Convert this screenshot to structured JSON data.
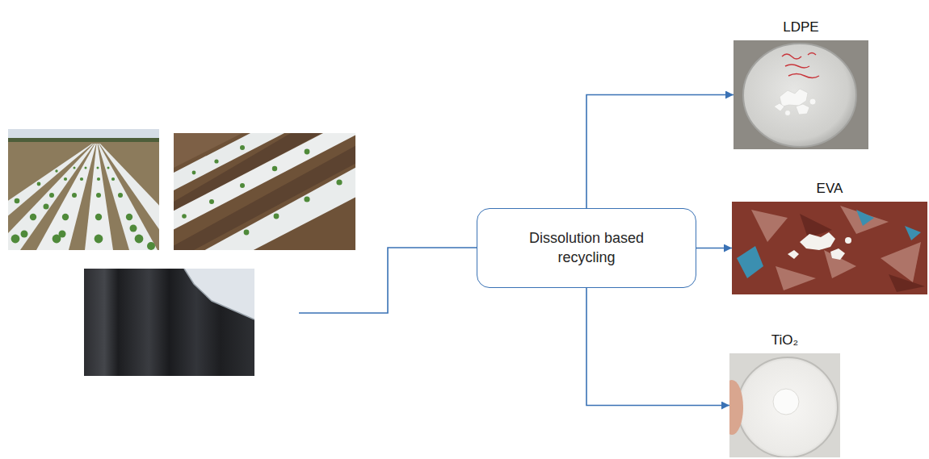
{
  "diagram": {
    "nodes": [
      {
        "text": [
          "Dissolution based recycling"
        ]
      },
      {
        "text": [
          "LDPE"
        ]
      },
      {
        "text": [
          "EVA"
        ]
      },
      {
        "text": [
          "TiO₂"
        ]
      }
    ],
    "edges": [
      {
        "from": 0,
        "to": 1,
        "arrow": "to"
      },
      {
        "from": 0,
        "to": 2,
        "arrow": "to"
      },
      {
        "from": 0,
        "to": 3,
        "arrow": "to"
      }
    ]
  }
}
